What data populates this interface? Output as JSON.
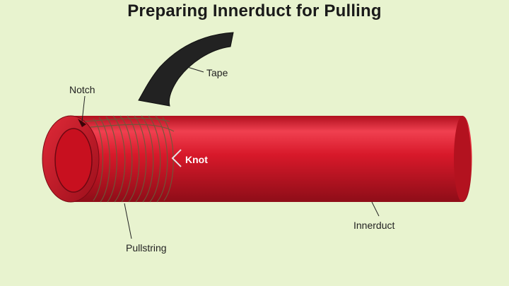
{
  "title": "Preparing Innerduct for Pulling",
  "labels": {
    "tape": "Tape",
    "notch": "Notch",
    "knot": "Knot",
    "innerduct": "Innerduct",
    "pullstring": "Pullstring"
  },
  "colors": {
    "background": "#e8f3cf",
    "duct": "#d8192a",
    "duct_highlight": "#f04050",
    "duct_shadow": "#8e0d18",
    "tape": "#222222",
    "string": "#6b5a3a"
  }
}
